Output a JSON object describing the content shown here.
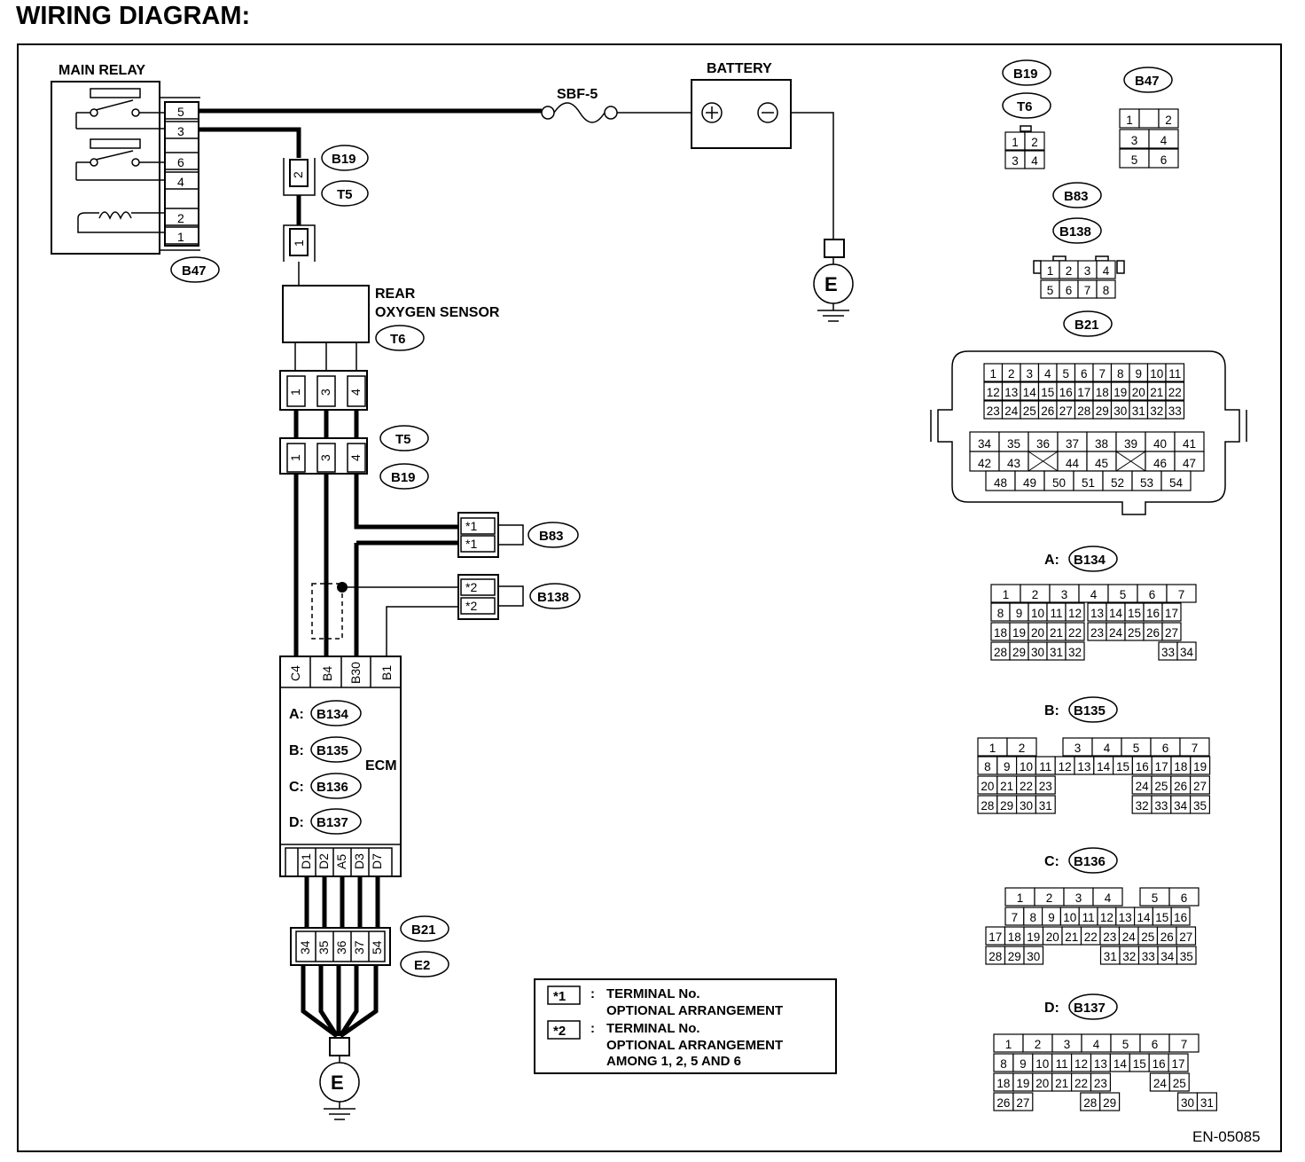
{
  "title": "WIRING DIAGRAM:",
  "doc_code": "EN-05085",
  "labels": {
    "main_relay": "MAIN RELAY",
    "battery": "BATTERY",
    "fuse": "SBF-5",
    "sensor_line1": "REAR",
    "sensor_line2": "OXYGEN SENSOR",
    "ecm": "ECM",
    "ground": "E"
  },
  "connectors": {
    "b19": "B19",
    "t5": "T5",
    "t6": "T6",
    "b47": "B47",
    "b83": "B83",
    "b138": "B138",
    "b21": "B21",
    "e2": "E2",
    "b134": "B134",
    "b135": "B135",
    "b136": "B136",
    "b137": "B137"
  },
  "ecm_prefixes": [
    "A:",
    "B:",
    "C:",
    "D:"
  ],
  "relay_pins": [
    "5",
    "3",
    "6",
    "4",
    "2",
    "1"
  ],
  "ecm_top_pins": [
    "C4",
    "B4",
    "B30",
    "B1"
  ],
  "ecm_bottom_pins": [
    "D1",
    "D2",
    "A5",
    "D3",
    "D7"
  ],
  "b21_pins_used": [
    "34",
    "35",
    "36",
    "37",
    "54"
  ],
  "sensor_pins": [
    "1",
    "3",
    "4"
  ],
  "joint_pins": [
    "2",
    "1"
  ],
  "optional_marks": {
    "star1": "*1",
    "star2": "*2"
  },
  "legend": {
    "l1_line1": "TERMINAL No.",
    "l1_line2": "OPTIONAL ARRANGEMENT",
    "l2_line1": "TERMINAL No.",
    "l2_line2": "OPTIONAL ARRANGEMENT",
    "l2_line3": "AMONG 1, 2, 5 AND 6",
    "colon": ":"
  },
  "face_views": {
    "b19_t6": [
      [
        "1",
        "2"
      ],
      [
        "3",
        "4"
      ]
    ],
    "b47": [
      [
        "1",
        "",
        "2"
      ],
      [
        "3",
        "4"
      ],
      [
        "5",
        "6"
      ]
    ],
    "b83_b138": [
      [
        "1",
        "2",
        "3",
        "4"
      ],
      [
        "5",
        "6",
        "7",
        "8"
      ]
    ],
    "b21": [
      [
        "1",
        "2",
        "3",
        "4",
        "5",
        "6",
        "7",
        "8",
        "9",
        "10",
        "11"
      ],
      [
        "12",
        "13",
        "14",
        "15",
        "16",
        "17",
        "18",
        "19",
        "20",
        "21",
        "22"
      ],
      [
        "23",
        "24",
        "25",
        "26",
        "27",
        "28",
        "29",
        "30",
        "31",
        "32",
        "33"
      ],
      [
        "34",
        "35",
        "36",
        "37",
        "38",
        "39",
        "40",
        "41"
      ],
      [
        "42",
        "43",
        "",
        "44",
        "45",
        "",
        "46",
        "47"
      ],
      [
        "48",
        "49",
        "50",
        "51",
        "52",
        "53",
        "54"
      ]
    ],
    "b134": [
      [
        "1",
        "2",
        "3",
        "4",
        "5",
        "6",
        "7"
      ],
      [
        "8",
        "9",
        "10",
        "11",
        "12",
        "13",
        "14",
        "15",
        "16",
        "17"
      ],
      [
        "18",
        "19",
        "20",
        "21",
        "22",
        "23",
        "24",
        "25",
        "26",
        "27"
      ],
      [
        "28",
        "29",
        "30",
        "31",
        "32",
        "33",
        "34"
      ]
    ],
    "b135": [
      [
        "1",
        "2",
        "3",
        "4",
        "5",
        "6",
        "7"
      ],
      [
        "8",
        "9",
        "10",
        "11",
        "12",
        "13",
        "14",
        "15",
        "16",
        "17",
        "18",
        "19"
      ],
      [
        "20",
        "21",
        "22",
        "23",
        "24",
        "25",
        "26",
        "27"
      ],
      [
        "28",
        "29",
        "30",
        "31",
        "32",
        "33",
        "34",
        "35"
      ]
    ],
    "b136": [
      [
        "1",
        "2",
        "3",
        "4",
        "5",
        "6"
      ],
      [
        "7",
        "8",
        "9",
        "10",
        "11",
        "12",
        "13",
        "14",
        "15",
        "16"
      ],
      [
        "17",
        "18",
        "19",
        "20",
        "21",
        "22",
        "23",
        "24",
        "25",
        "26",
        "27"
      ],
      [
        "28",
        "29",
        "30",
        "31",
        "32",
        "33",
        "34",
        "35"
      ]
    ],
    "b137": [
      [
        "1",
        "2",
        "3",
        "4",
        "5",
        "6",
        "7"
      ],
      [
        "8",
        "9",
        "10",
        "11",
        "12",
        "13",
        "14",
        "15",
        "16",
        "17"
      ],
      [
        "18",
        "19",
        "20",
        "21",
        "22",
        "23",
        "24",
        "25"
      ],
      [
        "26",
        "27",
        "28",
        "29",
        "30",
        "31"
      ]
    ]
  }
}
